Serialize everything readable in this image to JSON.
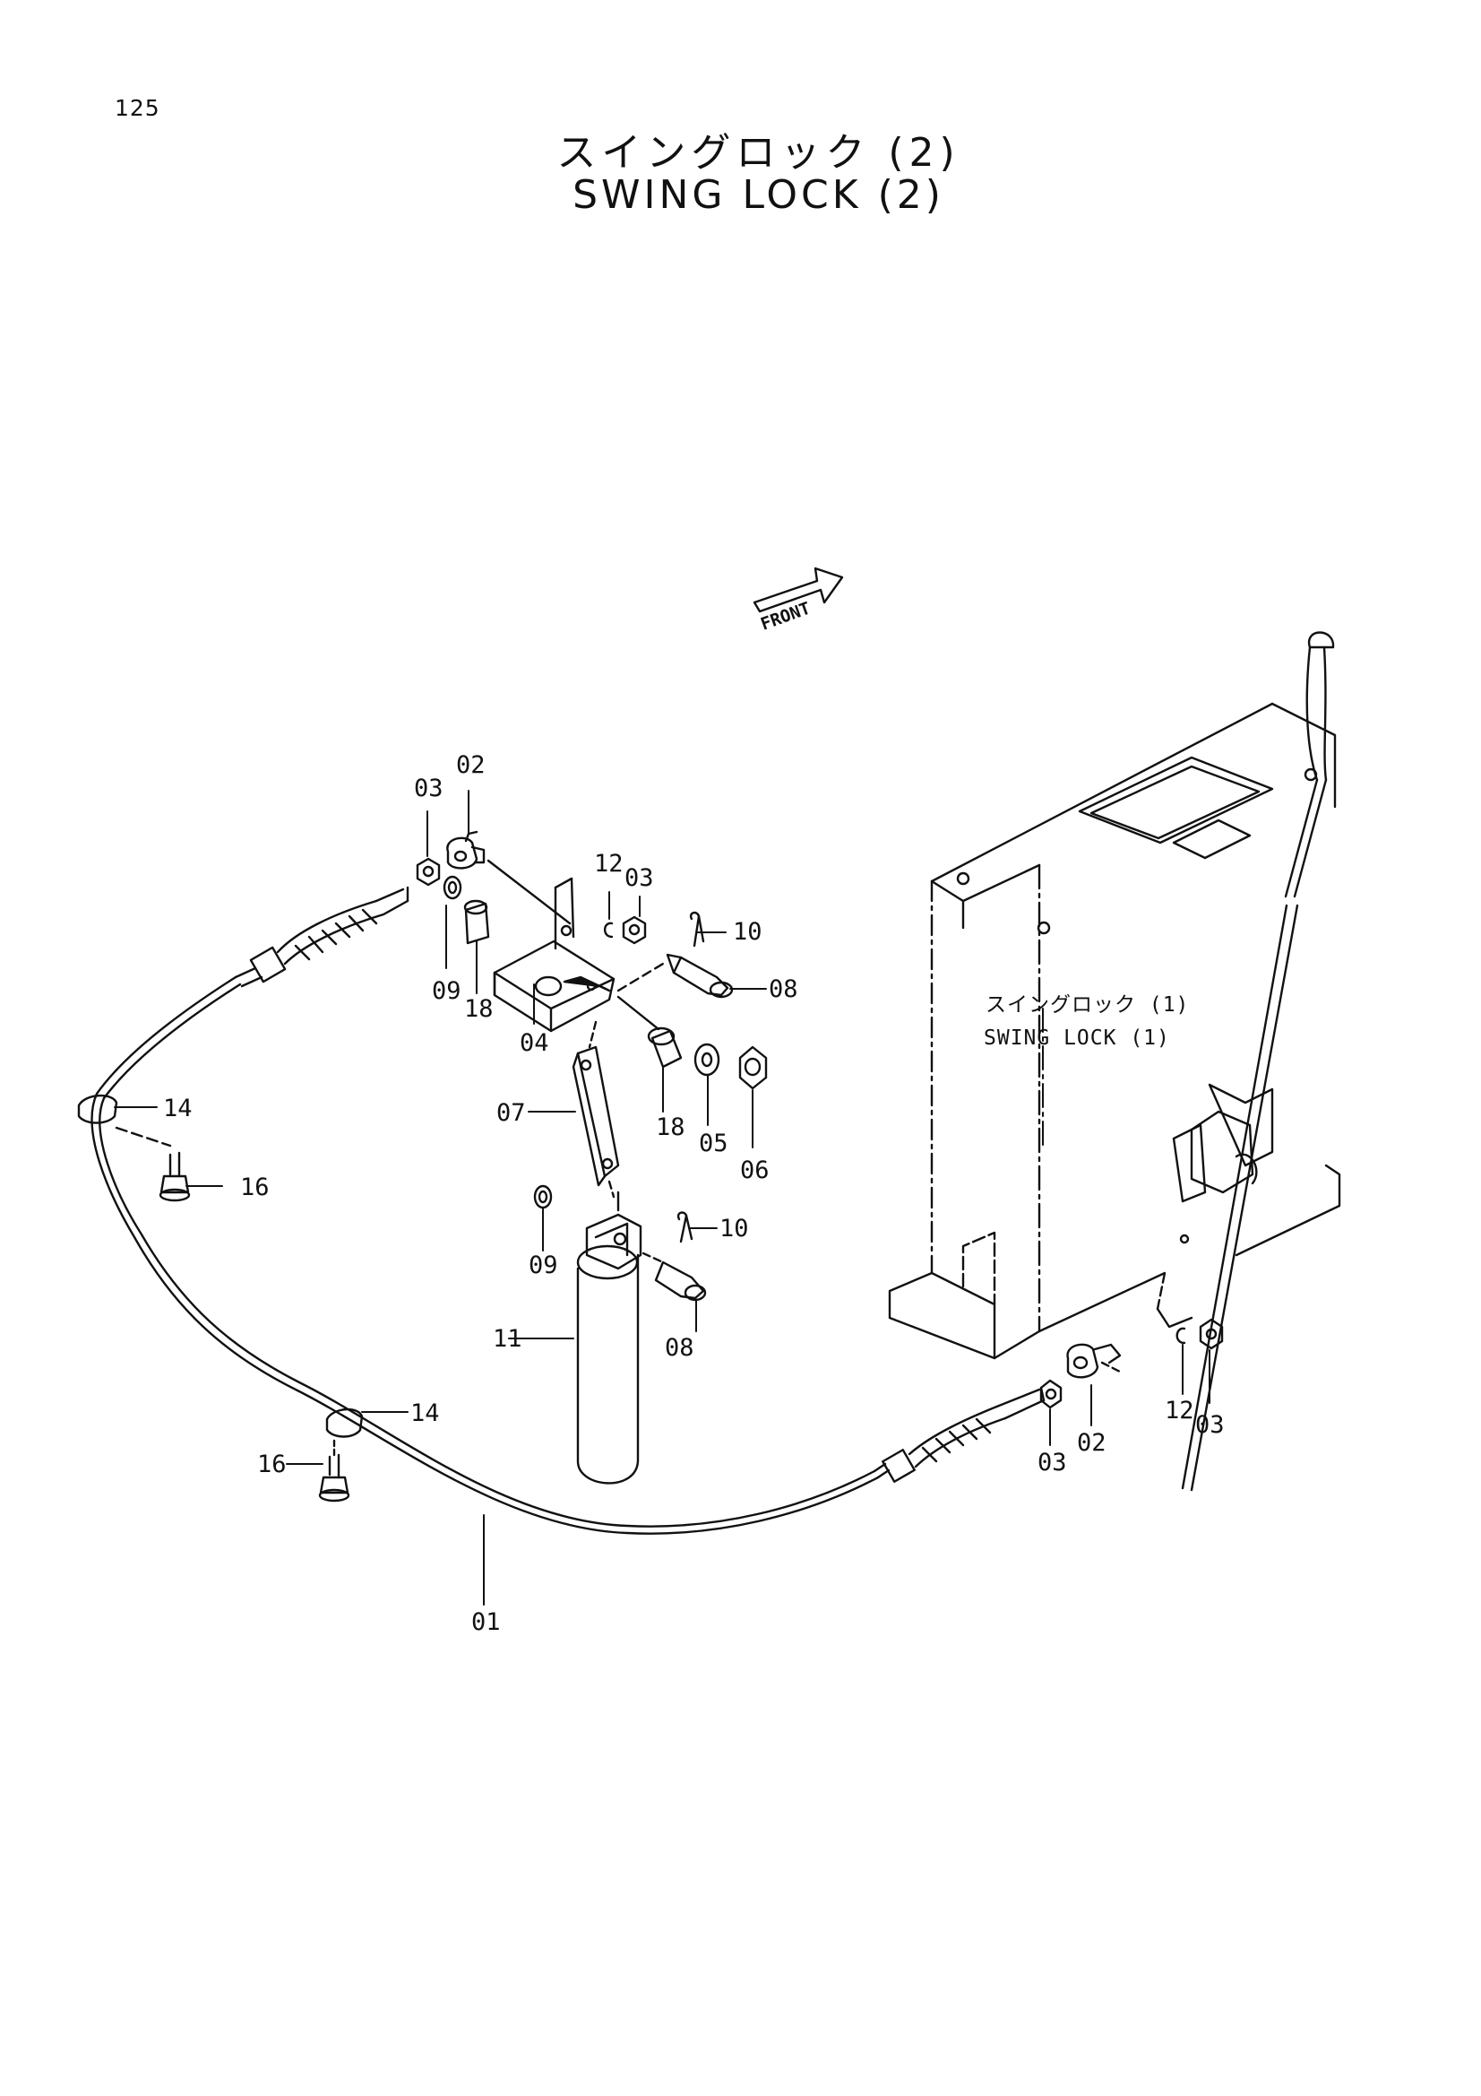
{
  "page_number": "125",
  "title_jp": "スイングロック (2)",
  "title_en": "SWING LOCK (2)",
  "front_arrow_label": "FRONT",
  "reference_label": {
    "jp": "スイングロック (1)",
    "en": "SWING LOCK (1)"
  },
  "callouts": [
    "03",
    "02",
    "12",
    "03",
    "10",
    "09",
    "18",
    "08",
    "04",
    "18",
    "05",
    "06",
    "14",
    "07",
    "16",
    "10",
    "09",
    "11",
    "08",
    "14",
    "16",
    "02",
    "12",
    "03",
    "03",
    "01"
  ],
  "colors": {
    "line": "#111111",
    "background": "#ffffff"
  }
}
